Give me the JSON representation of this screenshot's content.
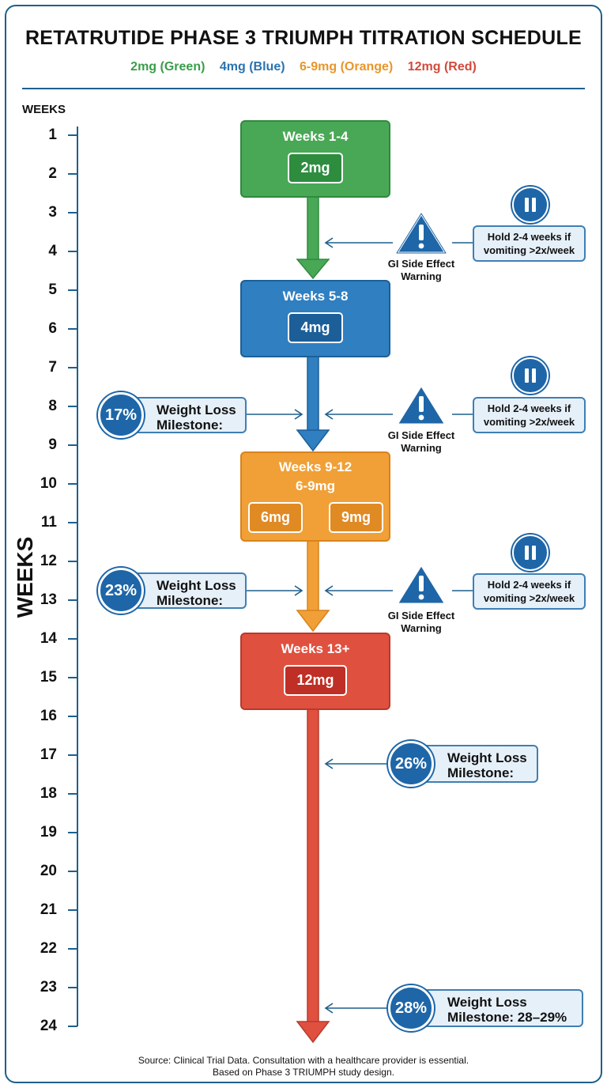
{
  "title": "RETATRUTIDE PHASE 3 TRIUMPH TITRATION SCHEDULE",
  "legend": [
    {
      "label": "2mg (Green)",
      "color": "#3a9d4a"
    },
    {
      "label": "4mg (Blue)",
      "color": "#2a72b0"
    },
    {
      "label": "6-9mg (Orange)",
      "color": "#e8962a"
    },
    {
      "label": "12mg (Red)",
      "color": "#d14a3c"
    }
  ],
  "axis": {
    "title_small": "WEEKS",
    "title_large": "WEEKS",
    "ticks": [
      "1",
      "2",
      "3",
      "4",
      "5",
      "6",
      "7",
      "8",
      "9",
      "10",
      "11",
      "12",
      "13",
      "14",
      "15",
      "16",
      "17",
      "18",
      "19",
      "20",
      "21",
      "22",
      "23",
      "24"
    ]
  },
  "stages": [
    {
      "title": "Weeks 1-4",
      "dose": "2mg",
      "color": "#49a856",
      "border": "#2f8a3e",
      "dose_bg": "#2e8c3f"
    },
    {
      "title": "Weeks 5-8",
      "dose": "4mg",
      "color": "#2f7fc1",
      "border": "#1d5f97",
      "dose_bg": "#1c5e98"
    },
    {
      "title": "Weeks 9-12",
      "subtitle": "6-9mg",
      "dose_start": "6mg",
      "dose_end": "9mg",
      "color": "#f0a036",
      "border": "#d9831c",
      "dose_bg": "#e08a24"
    },
    {
      "title": "Weeks 13+",
      "dose": "12mg",
      "color": "#e0503f",
      "border": "#b83a2c",
      "dose_bg": "#bf2f25"
    }
  ],
  "warnings": [
    {
      "label": "GI Side Effect Warning",
      "hold": "Hold 2-4 weeks if vomiting >2x/week",
      "icon": "pause-icon"
    },
    {
      "label": "GI Side Effect Warning",
      "hold": "Hold 2-4 weeks if vomiting >2x/week",
      "icon": "pause-icon"
    },
    {
      "label": "GI Side Effect Warning",
      "hold": "Hold 2-4 weeks if vomiting >2x/week",
      "icon": "pause-icon"
    }
  ],
  "milestones": [
    {
      "percent": "17%",
      "label": "Weight Loss Milestone:"
    },
    {
      "percent": "23%",
      "label": "Weight Loss Milestone:"
    },
    {
      "percent": "26%",
      "label": "Weight Loss Milestone:"
    },
    {
      "percent": "28%",
      "label": "Weight Loss Milestone: 28–29%"
    }
  ],
  "source_line1": "Source: Clinical Trial Data. Consultation with a healthcare provider is essential.",
  "source_line2": "Based on Phase 3 TRIUMPH study design."
}
